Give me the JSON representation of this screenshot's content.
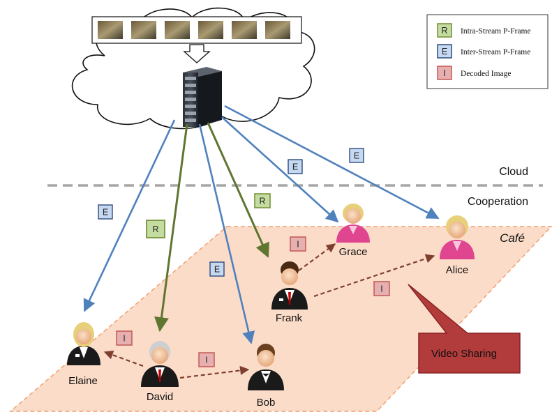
{
  "legend": {
    "items": [
      {
        "badge": "R",
        "text": "Intra-Stream P-Frame",
        "fill": "#c5dca0",
        "stroke": "#77933c"
      },
      {
        "badge": "E",
        "text": "Inter-Stream P-Frame",
        "fill": "#c6d9f1",
        "stroke": "#1f3f74"
      },
      {
        "badge": "I",
        "text": "Decoded Image",
        "fill": "#e6b0b0",
        "stroke": "#c0504d"
      }
    ]
  },
  "zones": {
    "cloud": "Cloud",
    "cooperation": "Cooperation",
    "cafe": "Café"
  },
  "callout": {
    "text": "Video Sharing"
  },
  "users": {
    "elaine": "Elaine",
    "david": "David",
    "bob": "Bob",
    "frank": "Frank",
    "grace": "Grace",
    "alice": "Alice"
  },
  "badges": {
    "e_elaine": "E",
    "r_david": "R",
    "e_bob": "E",
    "r_frank": "R",
    "e_grace": "E",
    "e_alice": "E",
    "i_elaine": "I",
    "i_bob": "I",
    "i_grace": "I",
    "i_alice": "I"
  },
  "colors": {
    "intra_stream": "#5f7530",
    "inter_stream": "#4f81bd",
    "decoded": "#7f3f2f",
    "cafe_fill": "#fbdcc8",
    "callout": "#b23b3b"
  }
}
